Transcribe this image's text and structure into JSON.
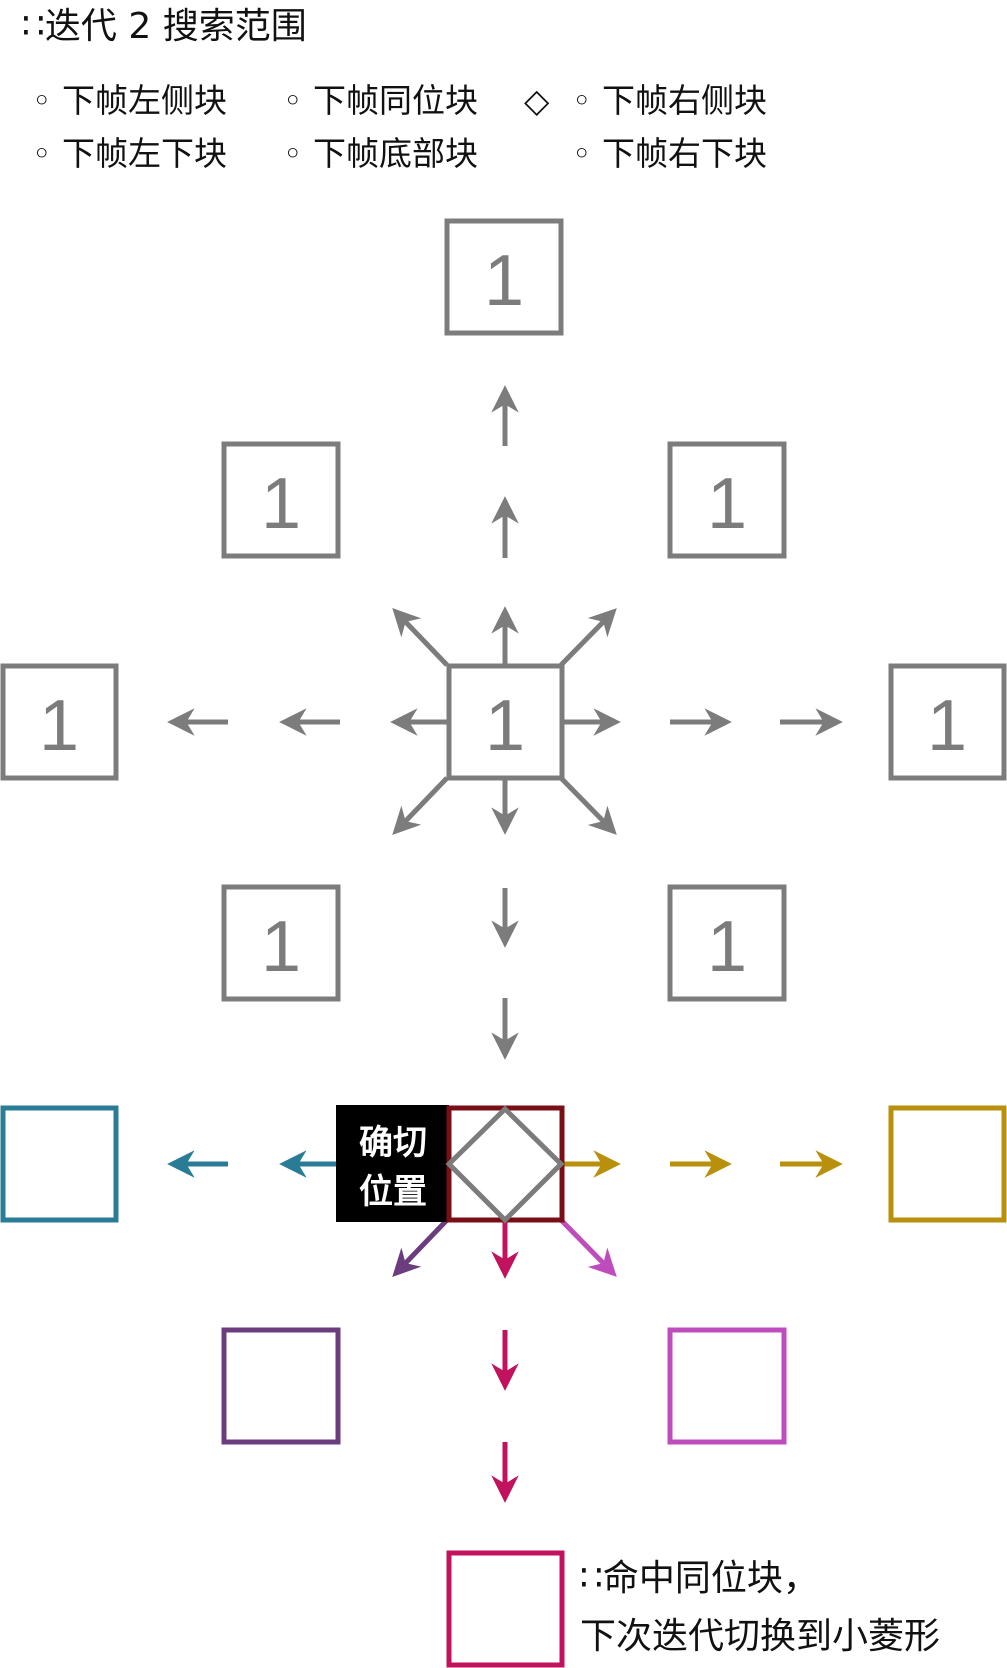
{
  "title": "∷迭代 2 搜索范围",
  "legend": {
    "left_top": "◦ 下帧左侧块",
    "mid_top": "◦ 下帧同位块",
    "diamond_symbol": "◇",
    "right_top": "◦ 下帧右侧块",
    "left_bottom": "◦ 下帧左下块",
    "mid_bottom": "◦ 下帧底部块",
    "right_bottom": "◦ 下帧右下块"
  },
  "block_value": "1",
  "exact_position_label": [
    "确切",
    "位置"
  ],
  "note": [
    "∷命中同位块，",
    "下次迭代切换到小菱形"
  ],
  "colors": {
    "gray": "#7c7c7c",
    "teal": "#2a7c96",
    "gold": "#b8900c",
    "dark_red": "#7a0e16",
    "purple": "#6c3d7e",
    "pink": "#bf4cbc",
    "magenta": "#c2125d",
    "label_bg": "#000000"
  }
}
